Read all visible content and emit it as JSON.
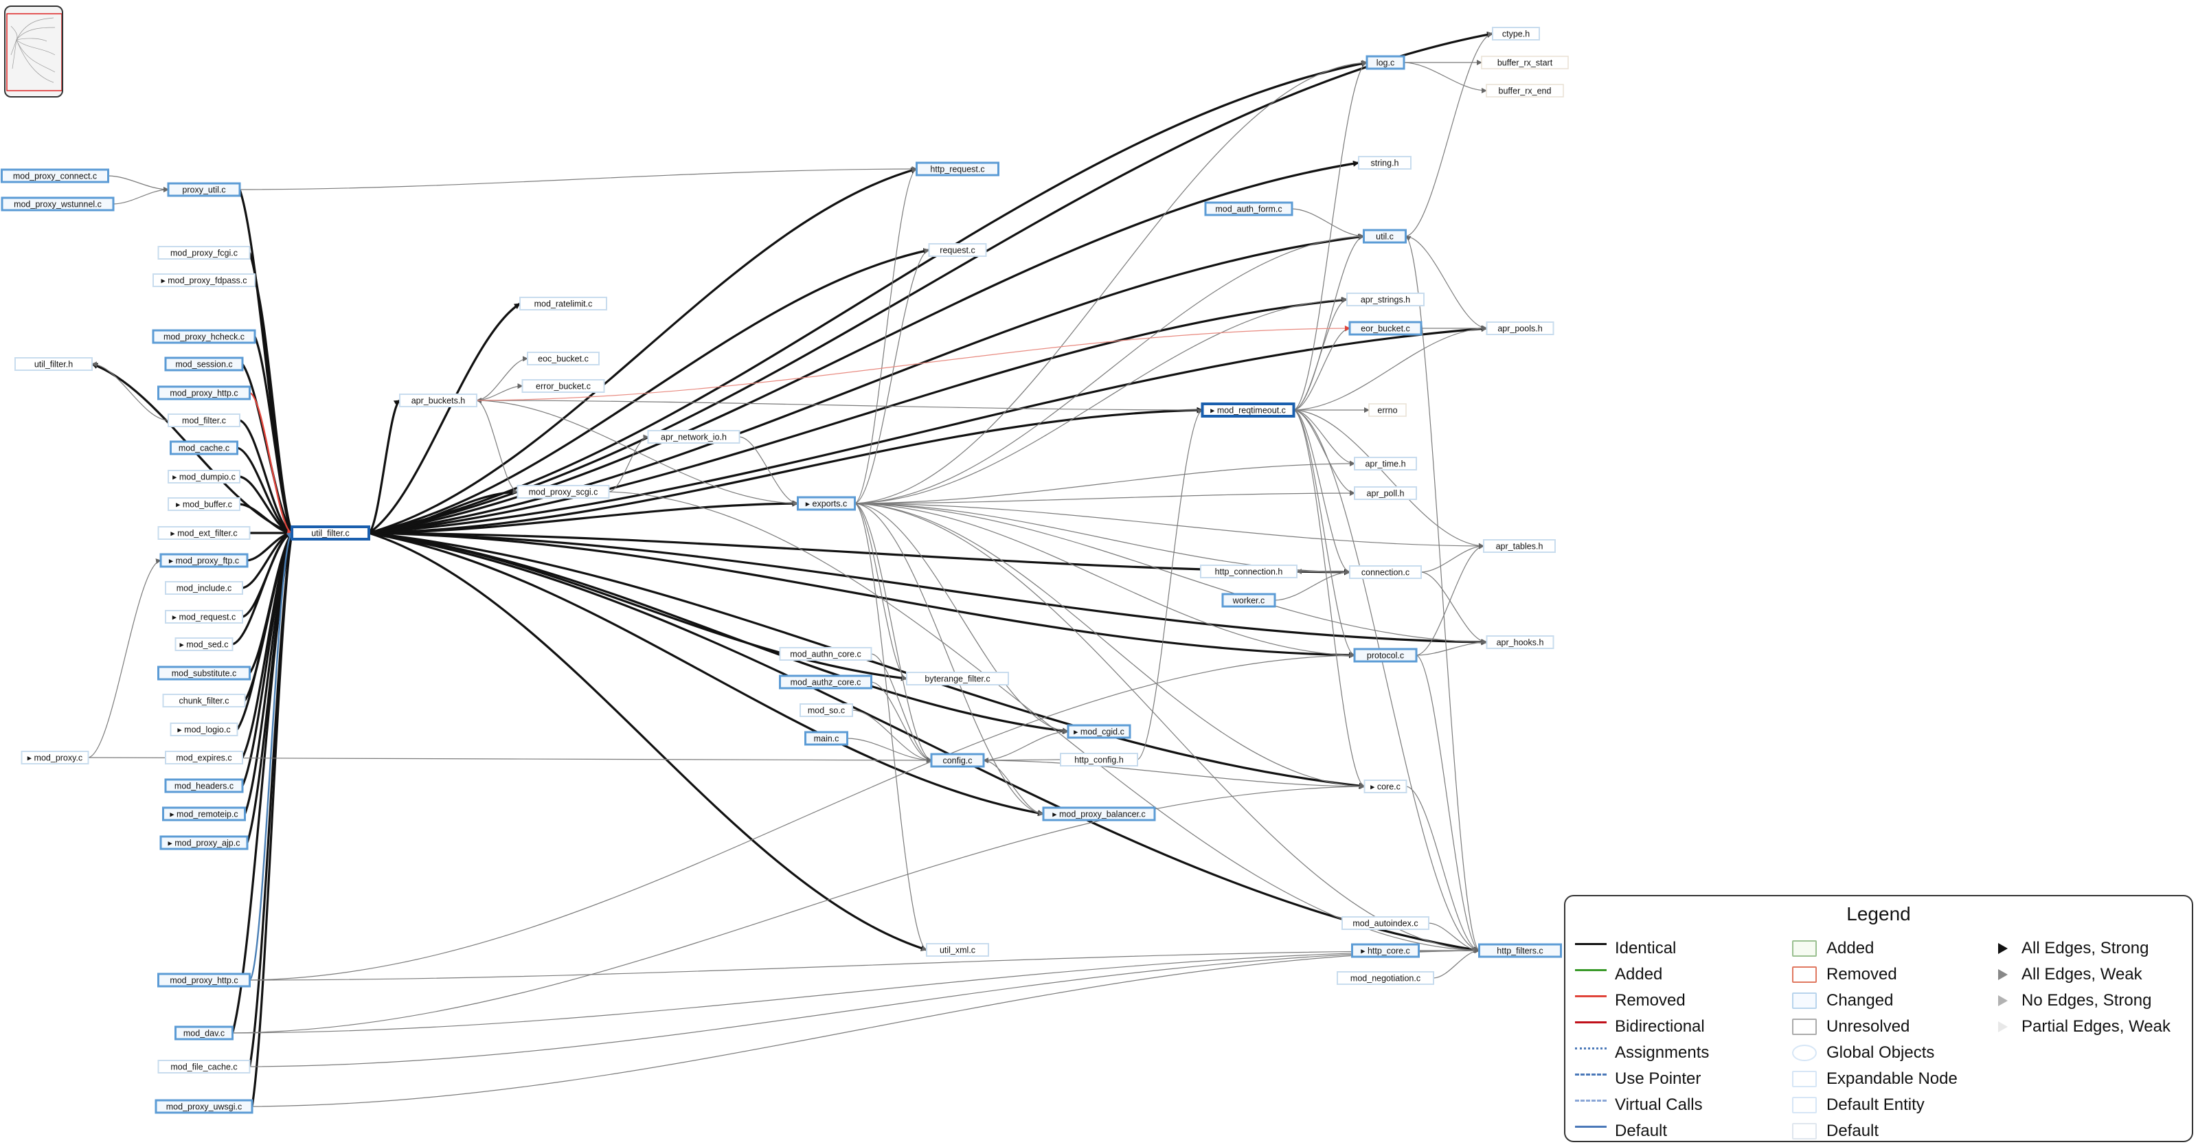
{
  "nodes": [
    {
      "id": "ctype_h",
      "label": "ctype.h",
      "style": "plain"
    },
    {
      "id": "log_c",
      "label": "log.c",
      "style": "blue"
    },
    {
      "id": "buffer_rx_start",
      "label": "buffer_rx_start",
      "style": "faded"
    },
    {
      "id": "buffer_rx_end",
      "label": "buffer_rx_end",
      "style": "faded"
    },
    {
      "id": "mod_proxy_connect",
      "label": "mod_proxy_connect.c",
      "style": "blue"
    },
    {
      "id": "proxy_util",
      "label": "proxy_util.c",
      "style": "blue"
    },
    {
      "id": "mod_proxy_wstunnel",
      "label": "mod_proxy_wstunnel.c",
      "style": "blue"
    },
    {
      "id": "http_request",
      "label": "http_request.c",
      "style": "blue"
    },
    {
      "id": "string_h",
      "label": "string.h",
      "style": "plain"
    },
    {
      "id": "mod_auth_form",
      "label": "mod_auth_form.c",
      "style": "blue"
    },
    {
      "id": "util_c",
      "label": "util.c",
      "style": "blue"
    },
    {
      "id": "mod_proxy_fcgi",
      "label": "mod_proxy_fcgi.c",
      "style": "plain"
    },
    {
      "id": "request_c",
      "label": "request.c",
      "style": "plain"
    },
    {
      "id": "mod_proxy_fdpass",
      "label": "mod_proxy_fdpass.c",
      "style": "plain",
      "expand": true
    },
    {
      "id": "mod_ratelimit",
      "label": "mod_ratelimit.c",
      "style": "plain"
    },
    {
      "id": "apr_strings",
      "label": "apr_strings.h",
      "style": "plain"
    },
    {
      "id": "eor_bucket",
      "label": "eor_bucket.c",
      "style": "blue"
    },
    {
      "id": "apr_pools",
      "label": "apr_pools.h",
      "style": "plain"
    },
    {
      "id": "mod_proxy_hcheck",
      "label": "mod_proxy_hcheck.c",
      "style": "blue"
    },
    {
      "id": "util_filter_h",
      "label": "util_filter.h",
      "style": "plain"
    },
    {
      "id": "mod_session",
      "label": "mod_session.c",
      "style": "blue"
    },
    {
      "id": "eoc_bucket",
      "label": "eoc_bucket.c",
      "style": "plain"
    },
    {
      "id": "mod_proxy_http1",
      "label": "mod_proxy_http.c",
      "style": "blue"
    },
    {
      "id": "error_bucket",
      "label": "error_bucket.c",
      "style": "plain"
    },
    {
      "id": "apr_buckets",
      "label": "apr_buckets.h",
      "style": "plain"
    },
    {
      "id": "mod_reqtimeout",
      "label": "mod_reqtimeout.c",
      "style": "selected",
      "expand": true
    },
    {
      "id": "unk",
      "label": "errno",
      "style": "faded"
    },
    {
      "id": "mod_filter",
      "label": "mod_filter.c",
      "style": "plain"
    },
    {
      "id": "apr_network_io",
      "label": "apr_network_io.h",
      "style": "plain"
    },
    {
      "id": "mod_cache",
      "label": "mod_cache.c",
      "style": "blue"
    },
    {
      "id": "apr_time",
      "label": "apr_time.h",
      "style": "plain"
    },
    {
      "id": "mod_dumpio",
      "label": "mod_dumpio.c",
      "style": "plain",
      "expand": true
    },
    {
      "id": "mod_proxy_scgi",
      "label": "mod_proxy_scgi.c",
      "style": "plain"
    },
    {
      "id": "apr_poll",
      "label": "apr_poll.h",
      "style": "plain"
    },
    {
      "id": "mod_buffer",
      "label": "mod_buffer.c",
      "style": "plain",
      "expand": true
    },
    {
      "id": "exports_c",
      "label": "exports.c",
      "style": "blue",
      "expand": true
    },
    {
      "id": "mod_ext_filter",
      "label": "mod_ext_filter.c",
      "style": "plain",
      "expand": true
    },
    {
      "id": "util_filter_c",
      "label": "util_filter.c",
      "style": "selected"
    },
    {
      "id": "apr_tables",
      "label": "apr_tables.h",
      "style": "plain"
    },
    {
      "id": "mod_proxy_ftp",
      "label": "mod_proxy_ftp.c",
      "style": "blue",
      "expand": true
    },
    {
      "id": "http_connection",
      "label": "http_connection.h",
      "style": "plain"
    },
    {
      "id": "connection_c",
      "label": "connection.c",
      "style": "plain"
    },
    {
      "id": "mod_include",
      "label": "mod_include.c",
      "style": "plain"
    },
    {
      "id": "worker_c",
      "label": "worker.c",
      "style": "blue"
    },
    {
      "id": "mod_request",
      "label": "mod_request.c",
      "style": "plain",
      "expand": true
    },
    {
      "id": "mod_sed",
      "label": "mod_sed.c",
      "style": "plain",
      "expand": true
    },
    {
      "id": "apr_hooks",
      "label": "apr_hooks.h",
      "style": "plain"
    },
    {
      "id": "protocol_c",
      "label": "protocol.c",
      "style": "blue"
    },
    {
      "id": "mod_authn_core",
      "label": "mod_authn_core.c",
      "style": "plain"
    },
    {
      "id": "mod_substitute",
      "label": "mod_substitute.c",
      "style": "blue"
    },
    {
      "id": "byterange_filter",
      "label": "byterange_filter.c",
      "style": "plain"
    },
    {
      "id": "mod_authz_core",
      "label": "mod_authz_core.c",
      "style": "blue"
    },
    {
      "id": "chunk_filter",
      "label": "chunk_filter.c",
      "style": "plain"
    },
    {
      "id": "mod_so",
      "label": "mod_so.c",
      "style": "plain"
    },
    {
      "id": "mod_logio",
      "label": "mod_logio.c",
      "style": "plain",
      "expand": true
    },
    {
      "id": "mod_cgid",
      "label": "mod_cgid.c",
      "style": "blue",
      "expand": true
    },
    {
      "id": "main_c",
      "label": "main.c",
      "style": "blue"
    },
    {
      "id": "mod_proxy",
      "label": "mod_proxy.c",
      "style": "plain",
      "expand": true
    },
    {
      "id": "mod_expires",
      "label": "mod_expires.c",
      "style": "plain"
    },
    {
      "id": "config_c",
      "label": "config.c",
      "style": "blue"
    },
    {
      "id": "http_config",
      "label": "http_config.h",
      "style": "plain"
    },
    {
      "id": "mod_headers",
      "label": "mod_headers.c",
      "style": "blue"
    },
    {
      "id": "core_c",
      "label": "core.c",
      "style": "plain",
      "expand": true
    },
    {
      "id": "mod_remoteip",
      "label": "mod_remoteip.c",
      "style": "blue",
      "expand": true
    },
    {
      "id": "mod_proxy_balancer",
      "label": "mod_proxy_balancer.c",
      "style": "blue",
      "expand": true
    },
    {
      "id": "mod_proxy_ajp",
      "label": "mod_proxy_ajp.c",
      "style": "blue",
      "expand": true
    },
    {
      "id": "mod_autoindex",
      "label": "mod_autoindex.c",
      "style": "plain"
    },
    {
      "id": "util_xml",
      "label": "util_xml.c",
      "style": "plain"
    },
    {
      "id": "http_core",
      "label": "http_core.c",
      "style": "blue",
      "expand": true
    },
    {
      "id": "http_filters",
      "label": "http_filters.c",
      "style": "blue"
    },
    {
      "id": "mod_proxy_http2",
      "label": "mod_proxy_http.c",
      "style": "blue"
    },
    {
      "id": "mod_negotiation",
      "label": "mod_negotiation.c",
      "style": "plain"
    },
    {
      "id": "mod_dav",
      "label": "mod_dav.c",
      "style": "blue"
    },
    {
      "id": "mod_file_cache",
      "label": "mod_file_cache.c",
      "style": "plain"
    },
    {
      "id": "mod_proxy_uwsgi",
      "label": "mod_proxy_uwsgi.c",
      "style": "blue"
    }
  ],
  "legend": {
    "title": "Legend",
    "edge_items": [
      {
        "label": "Identical",
        "color": "#111111",
        "kind": "solid"
      },
      {
        "label": "Added",
        "color": "#3a9a2a",
        "kind": "solid"
      },
      {
        "label": "Removed",
        "color": "#e0443a",
        "kind": "solid"
      },
      {
        "label": "Bidirectional",
        "color": "#c0101a",
        "kind": "bidir"
      },
      {
        "label": "Assignments",
        "color": "#4a78b8",
        "kind": "dotted"
      },
      {
        "label": "Use Pointer",
        "color": "#4a78b8",
        "kind": "dashed"
      },
      {
        "label": "Virtual Calls",
        "color": "#8aa6d6",
        "kind": "dashdot"
      },
      {
        "label": "Default",
        "color": "#4a78b8",
        "kind": "solid"
      }
    ],
    "node_items": [
      {
        "label": "Added",
        "border": "#9ac090",
        "fill": "#f6fbf2"
      },
      {
        "label": "Removed",
        "border": "#e07860",
        "fill": "#fff"
      },
      {
        "label": "Changed",
        "border": "#b8d4ec",
        "fill": "#f6faff"
      },
      {
        "label": "Unresolved",
        "border": "#aaaaaa",
        "fill": "#fff"
      },
      {
        "label": "Global Objects",
        "border": "#d6e6f6",
        "fill": "#fff",
        "round": true
      },
      {
        "label": "Expandable Node",
        "border": "#d6e6f6",
        "fill": "#fff"
      },
      {
        "label": "Default Entity",
        "border": "#d6e6f6",
        "fill": "#fff"
      },
      {
        "label": "Default",
        "border": "#dfe6ee",
        "fill": "#fff"
      }
    ],
    "arrow_items": [
      {
        "label": "All Edges, Strong",
        "color": "#111111",
        "filled": true
      },
      {
        "label": "All Edges, Weak",
        "color": "#888888",
        "filled": true
      },
      {
        "label": "No Edges, Strong",
        "color": "#555555",
        "filled": false
      },
      {
        "label": "Partial Edges, Weak",
        "color": "#cccccc",
        "filled": false
      }
    ]
  },
  "colors": {
    "node_border_blue": "#5b9bd5",
    "node_border_plain": "#c8dcee",
    "selected_border": "#1a5fae",
    "edge_strong": "#111111",
    "edge_weak": "#777777",
    "edge_removed": "#e0443a",
    "edge_default": "#4a7fb5"
  }
}
